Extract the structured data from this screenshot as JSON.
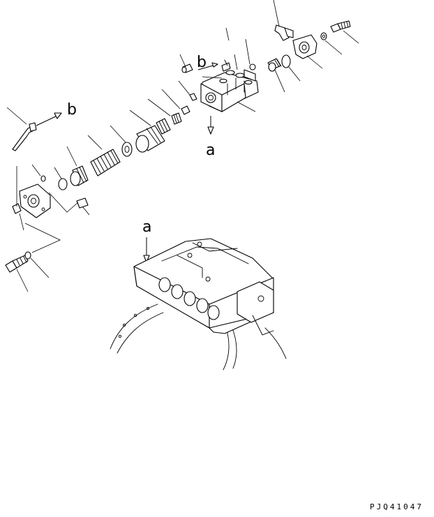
{
  "labels": {
    "a_top": "a",
    "b_top": "b",
    "b_left": "b",
    "a_bottom": "a"
  },
  "drawing_code": "PJQ41047"
}
